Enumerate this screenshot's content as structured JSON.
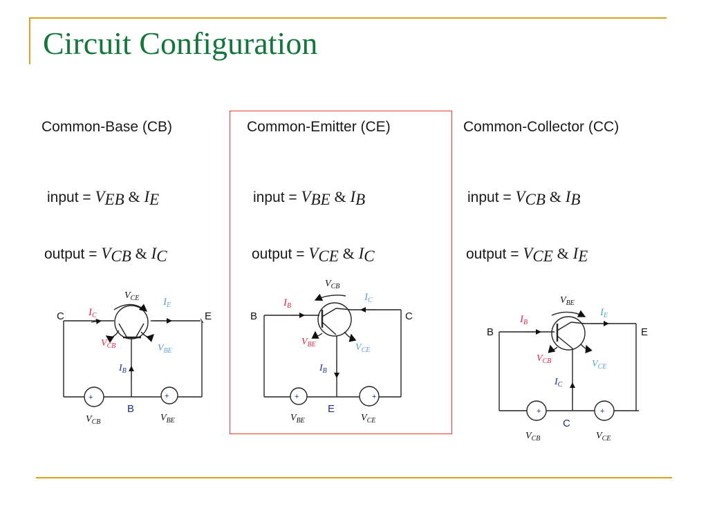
{
  "slide": {
    "title": "Circuit Configuration"
  },
  "colors": {
    "title": "#13763a",
    "frame": "#d9a21b",
    "highlight": "#e53935",
    "red_label": "#e0284a",
    "blue_label": "#5aa0dc",
    "navy_label": "#1f2c8c"
  },
  "columns": [
    {
      "title": "Common-Base (CB)",
      "input": {
        "label": "input =",
        "v": "V",
        "v_sub": "EB",
        "amp": "&",
        "i": "I",
        "i_sub": "E"
      },
      "output": {
        "label": "output =",
        "v": "V",
        "v_sub": "CB",
        "amp": "&",
        "i": "I",
        "i_sub": "C"
      }
    },
    {
      "title": "Common-Emitter (CE)",
      "highlighted": true,
      "input": {
        "label": "input =",
        "v": "V",
        "v_sub": "BE",
        "amp": "&",
        "i": "I",
        "i_sub": "B"
      },
      "output": {
        "label": "output =",
        "v": "V",
        "v_sub": "CE",
        "amp": "&",
        "i": "I",
        "i_sub": "C"
      }
    },
    {
      "title": "Common-Collector (CC)",
      "input": {
        "label": "input =",
        "v": "V",
        "v_sub": "CB",
        "amp": "&",
        "i": "I",
        "i_sub": "B"
      },
      "output": {
        "label": "output =",
        "v": "V",
        "v_sub": "CE",
        "amp": "&",
        "i": "I",
        "i_sub": "E"
      }
    }
  ],
  "circuits": {
    "cb": {
      "left_terminal": "C",
      "right_terminal": "E",
      "bottom_terminal": "B",
      "ic": "I",
      "ic_sub": "C",
      "ie": "I",
      "ie_sub": "E",
      "ib": "I",
      "ib_sub": "B",
      "vce": "V",
      "vce_sub": "CE",
      "vcb": "V",
      "vcb_sub": "CB",
      "vbe": "V",
      "vbe_sub": "BE",
      "src1": "V",
      "src1_sub": "CB",
      "src2": "V",
      "src2_sub": "BE",
      "src_plus": "+"
    },
    "ce": {
      "left_terminal": "B",
      "right_terminal": "C",
      "bottom_terminal": "E",
      "ib": "I",
      "ib_sub": "B",
      "ic": "I",
      "ic_sub": "C",
      "ib2": "I",
      "ib2_sub": "B",
      "vcb": "V",
      "vcb_sub": "CB",
      "vbe": "V",
      "vbe_sub": "BE",
      "vce": "V",
      "vce_sub": "CE",
      "src1": "V",
      "src1_sub": "BE",
      "src2": "V",
      "src2_sub": "CE",
      "src_plus": "+"
    },
    "cc": {
      "left_terminal": "B",
      "right_terminal": "E",
      "bottom_terminal": "C",
      "ib": "I",
      "ib_sub": "B",
      "ie": "I",
      "ie_sub": "E",
      "ic": "I",
      "ic_sub": "C",
      "vbe": "V",
      "vbe_sub": "BE",
      "vcb": "V",
      "vcb_sub": "CB",
      "vce": "V",
      "vce_sub": "CE",
      "src1": "V",
      "src1_sub": "CB",
      "src2": "V",
      "src2_sub": "CE",
      "src_plus": "+"
    }
  }
}
